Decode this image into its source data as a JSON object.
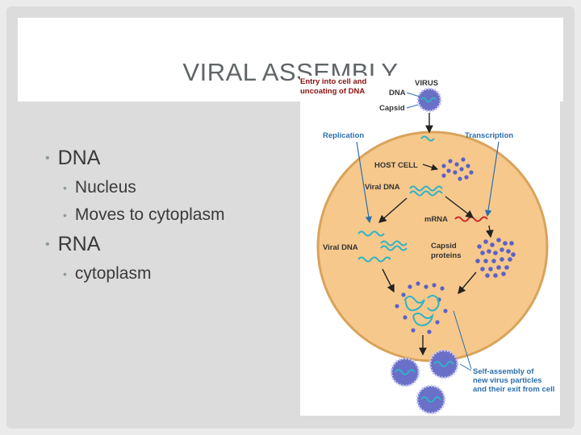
{
  "slide": {
    "title": "VIRAL ASSEMBLY",
    "bullets": [
      {
        "text": "DNA",
        "children": [
          "Nucleus",
          "Moves to cytoplasm"
        ]
      },
      {
        "text": "RNA",
        "children": [
          "cytoplasm"
        ]
      }
    ]
  },
  "diagram": {
    "labels": {
      "entry_line1": "Entry into cell and",
      "entry_line2": "uncoating of DNA",
      "virus": "VIRUS",
      "dna": "DNA",
      "capsid": "Capsid",
      "replication": "Replication",
      "transcription": "Transcription",
      "host_cell": "HOST CELL",
      "viral_dna_top": "Viral DNA",
      "mrna": "mRNA",
      "viral_dna_left": "Viral DNA",
      "capsid_proteins_line1": "Capsid",
      "capsid_proteins_line2": "proteins",
      "self_assembly_line1": "Self-assembly of",
      "self_assembly_line2": "new virus particles",
      "self_assembly_line3": "and their exit from cell"
    },
    "colors": {
      "cell_fill": "#f6c88c",
      "cell_stroke": "#d9a35a",
      "virus_fill": "#6a6fc8",
      "capsid_dot": "#5b62c6",
      "dna_strand": "#2fb3c4",
      "mrna_strand": "#cc2a2a",
      "label_blue": "#2b6fae",
      "arrow": "#222222"
    }
  }
}
